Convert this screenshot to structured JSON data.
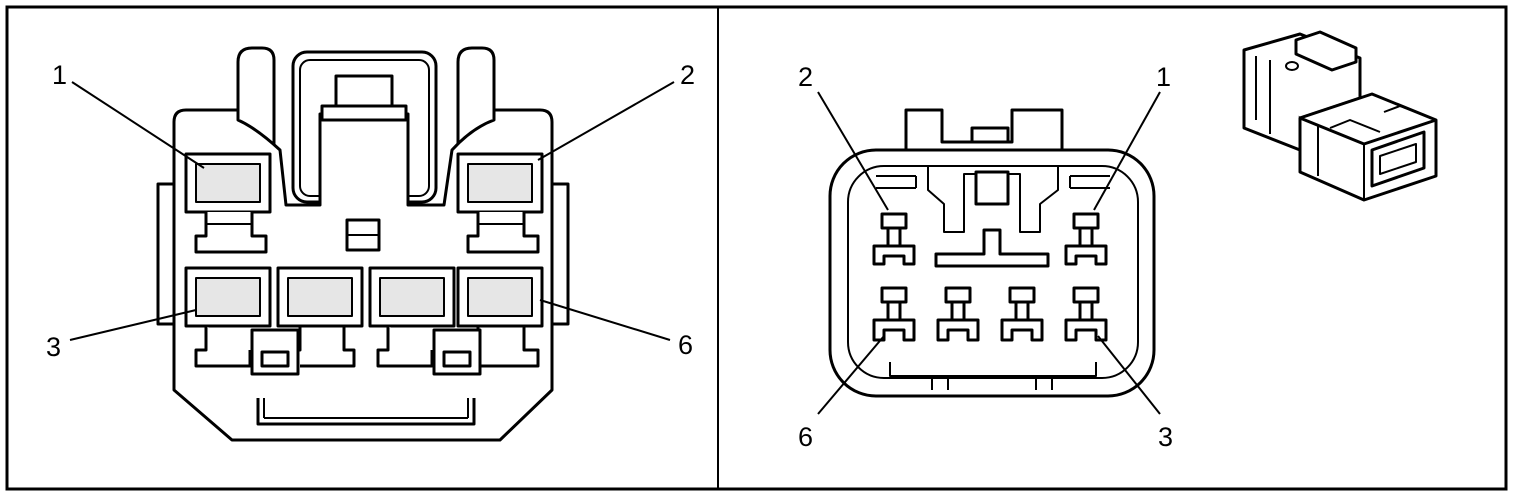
{
  "left_view": {
    "labels": {
      "pin1": "1",
      "pin2": "2",
      "pin3": "3",
      "pin6": "6"
    }
  },
  "right_view": {
    "labels": {
      "pin2": "2",
      "pin1": "1",
      "pin6": "6",
      "pin3": "3"
    }
  },
  "colors": {
    "line": "#000000",
    "background": "#ffffff",
    "shade": "#e6e6e6"
  }
}
